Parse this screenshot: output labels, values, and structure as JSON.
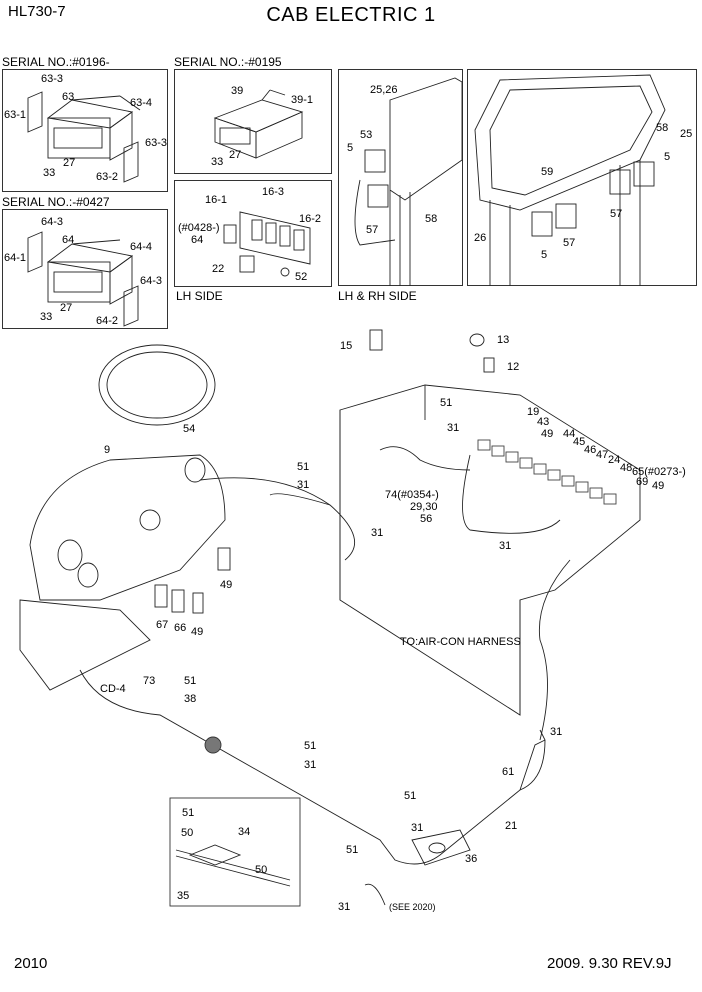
{
  "header": {
    "model": "HL730-7",
    "title": "CAB ELECTRIC 1"
  },
  "footer": {
    "page_no": "2010",
    "revision": "2009. 9.30  REV.9J"
  },
  "insets": {
    "serial_1": "SERIAL NO.:#0196-",
    "serial_2": "SERIAL NO.:-#0195",
    "serial_3": "SERIAL NO.:-#0427",
    "lh_side": "LH SIDE",
    "lh_rh_side": "LH & RH SIDE"
  },
  "callouts": {
    "c63_3": "63-3",
    "c63": "63",
    "c63_1": "63-1",
    "c63_4": "63-4",
    "c63_3b": "63-3",
    "c27a": "27",
    "c33a": "33",
    "c63_2": "63-2",
    "c39": "39",
    "c39_1": "39-1",
    "c27b": "27",
    "c33b": "33",
    "c64_3": "64-3",
    "c64": "64",
    "c64_1": "64-1",
    "c64_4": "64-4",
    "c64_3b": "64-3",
    "c27c": "27",
    "c33c": "33",
    "c64_2": "64-2",
    "c16_1": "16-1",
    "c16_3": "16-3",
    "c0428": "(#0428-)",
    "c64b": "64",
    "c16_2": "16-2",
    "c22": "22",
    "c52": "52",
    "c25_26": "25,26",
    "c53": "53",
    "c5a": "5",
    "c57a": "57",
    "c58a": "58",
    "c58b": "58",
    "c25": "25",
    "c5b": "5",
    "c59": "59",
    "c57b": "57",
    "c26": "26",
    "c57c": "57",
    "c5c": "5",
    "c15": "15",
    "c13": "13",
    "c12": "12",
    "c51a": "51",
    "c9": "9",
    "c54": "54",
    "c31a": "31",
    "c19": "19",
    "c43": "43",
    "c49a": "49",
    "c44": "44",
    "c45": "45",
    "c46": "46",
    "c47": "47",
    "c24": "24",
    "c48": "48",
    "c65": "65(#0273-)",
    "c69": "69",
    "c49b": "49",
    "c51b": "51",
    "c31b": "31",
    "c74": "74(#0354-)",
    "c29_30": "29,30",
    "c56": "56",
    "c31c": "31",
    "c31d": "31",
    "c49c": "49",
    "c67": "67",
    "c66": "66",
    "c49d": "49",
    "c73": "73",
    "c51c": "51",
    "c38": "38",
    "cd4": "CD-4",
    "aircon": "TO:AIR-CON HARNESS",
    "c31e": "31",
    "c51d": "51",
    "c31f": "31",
    "c61": "61",
    "c51e": "51",
    "c31g": "31",
    "c21": "21",
    "c51f": "51",
    "c34": "34",
    "c50a": "50",
    "c50b": "50",
    "c35": "35",
    "c51g": "51",
    "c36": "36",
    "c31h": "31",
    "see2020": "(SEE 2020)"
  }
}
